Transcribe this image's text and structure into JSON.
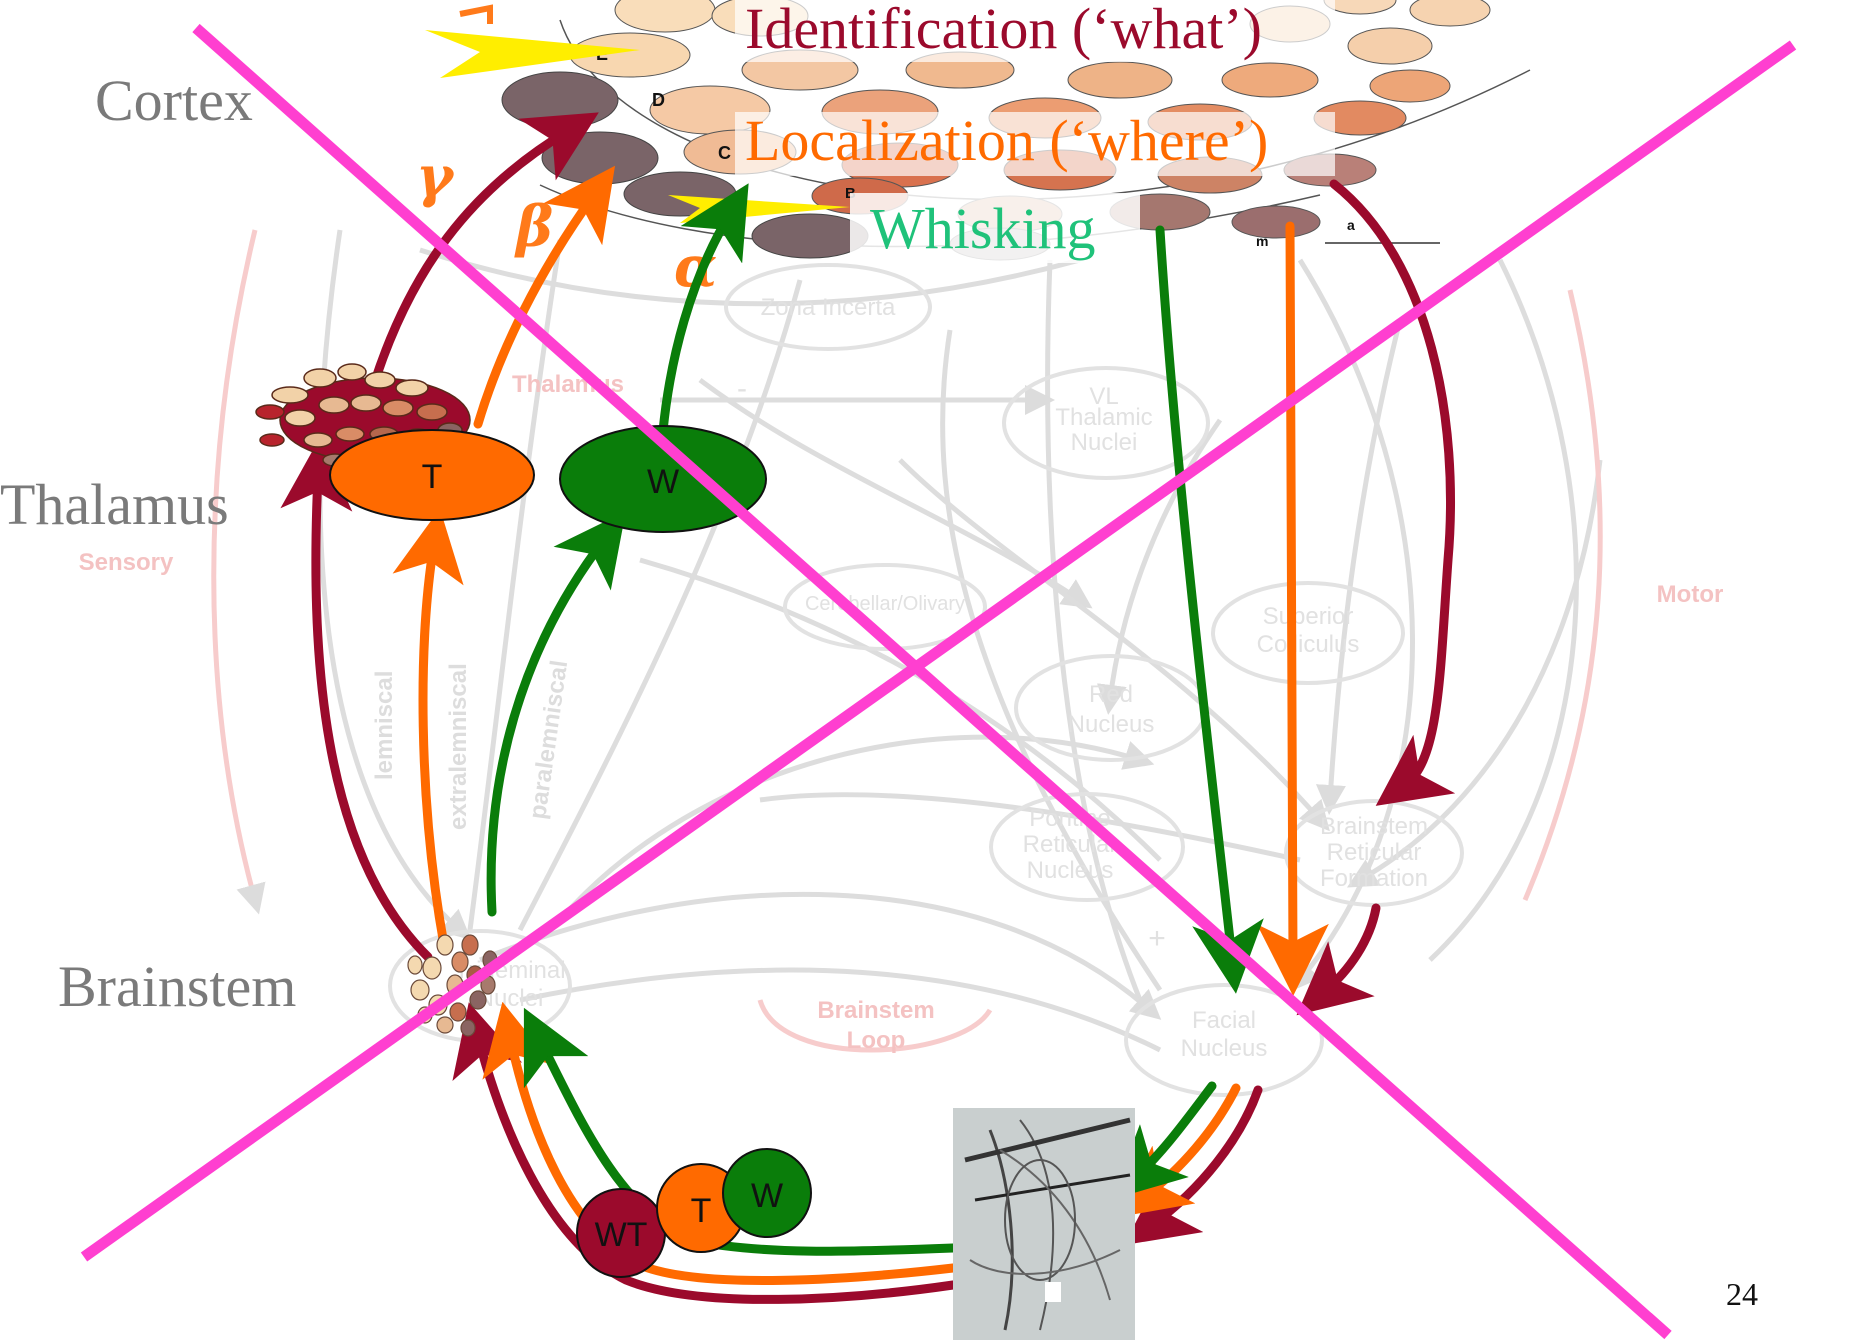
{
  "levels": {
    "cortex": "Cortex",
    "thalamus": "Thalamus",
    "brainstem": "Brainstem"
  },
  "pathways": {
    "identification": "Identification (‘what’)",
    "localization": "Localization (‘where’)",
    "whisking": "Whisking"
  },
  "thalamic_nuclei": {
    "t": "T",
    "w": "W"
  },
  "receptor_nodes": {
    "wt": "WT",
    "t": "T",
    "w": "W"
  },
  "barrel_labels": {
    "e": "E",
    "d": "D",
    "c": "C",
    "b": "B",
    "m": "m",
    "a": "a"
  },
  "greek_rows": {
    "gamma": "γ",
    "beta": "β",
    "alpha": "α"
  },
  "pathway_axis_labels": {
    "lemniscal": "lemniscal",
    "extralemniscal": "extralemniscal",
    "paralemniscal": "paralemniscal"
  },
  "background_labels": {
    "zona_incerta": "Zona Incerta",
    "vl_thalamic": [
      "VL",
      "Thalamic",
      "Nuclei"
    ],
    "thalamus": "Thalamus",
    "sensory": "Sensory",
    "motor": "Motor",
    "cerebellar": "Cerebellar/Olivary",
    "superior_colliculus": [
      "Superior",
      "Colliculus"
    ],
    "red_nucleus": [
      "Red",
      "Nucleus"
    ],
    "pontine": [
      "Pontine",
      "Reticular",
      "Nucleus"
    ],
    "brainstem_reticular": [
      "Brainstem",
      "Reticular",
      "Formation"
    ],
    "trigeminal": [
      "Trigeminal",
      "Nuclei"
    ],
    "brainstem_loop": [
      "Brainstem",
      "Loop"
    ],
    "facial": [
      "Facial",
      "Nucleus"
    ],
    "plus": "+",
    "minus": "-"
  },
  "page_number": "24",
  "colors": {
    "what": "#9b0a2c",
    "where": "#ff6a00",
    "whisk": "#0a7d0a",
    "cross": "#ff3fd0",
    "level_text": "#7a7a7a",
    "background_network": "#d9d9d9",
    "background_text": "#e3e3e3",
    "background_red": "#f6caca"
  }
}
